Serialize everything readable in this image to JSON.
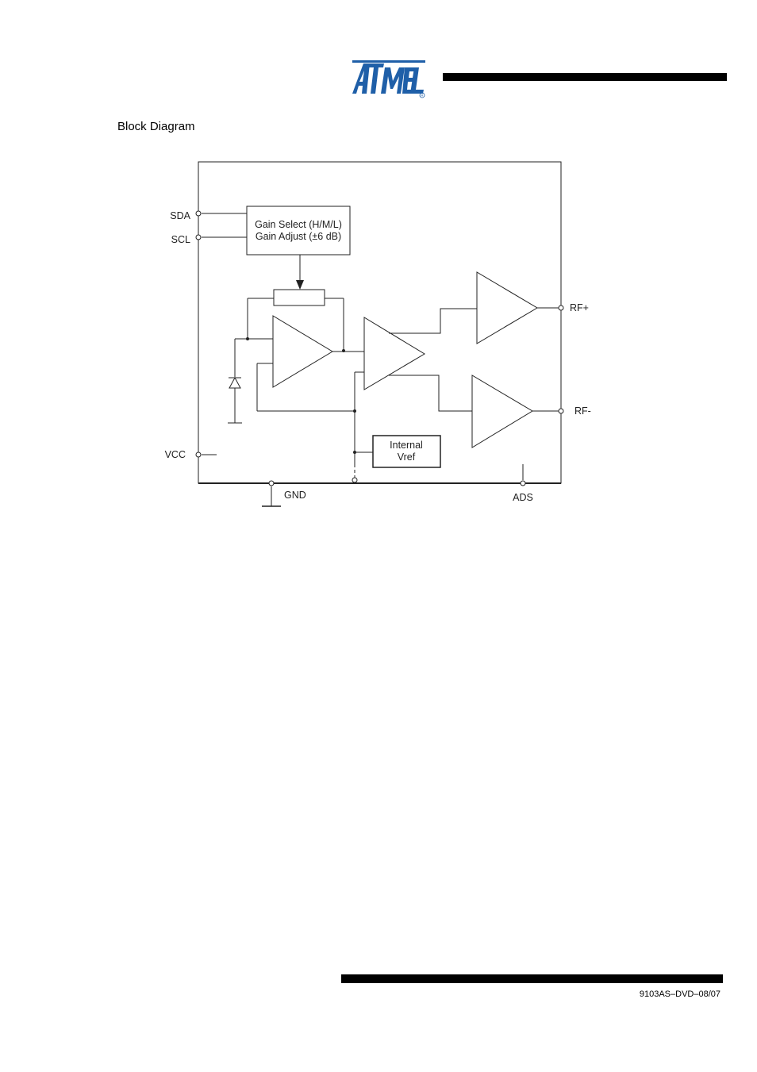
{
  "header": {
    "brand_text": "ATMEL",
    "brand_color": "#1f5fa8"
  },
  "section_title": "Block Diagram",
  "diagram": {
    "pins": {
      "sda": "SDA",
      "scl": "SCL",
      "vcc": "VCC",
      "gnd": "GND",
      "ads": "ADS",
      "rf_plus": "RF+",
      "rf_minus": "RF-"
    },
    "gain_block": {
      "line1": "Gain Select (H/M/L)",
      "line2": "Gain Adjust (±6 dB)"
    },
    "vref_block": {
      "line1": "Internal",
      "line2": "Vref"
    }
  },
  "footer": {
    "doc_code": "9103AS–DVD–08/07"
  }
}
